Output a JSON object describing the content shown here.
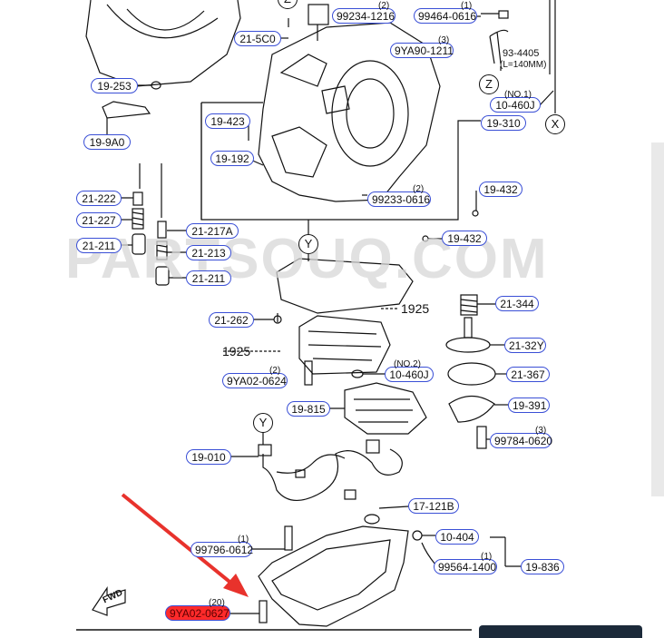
{
  "watermark": "PARTSOUQ.COM",
  "labels": {
    "l21_5c0": "21-5C0",
    "l99234": "99234-1216",
    "l99464": "99464-0616",
    "l9ya90": "9YA90-1211",
    "l19_253": "19-253",
    "l19_9a0": "19-9A0",
    "l19_423": "19-423",
    "l19_192": "19-192",
    "l10_460j_a": "10-460J",
    "l19_310": "19-310",
    "l99233": "99233-0616",
    "l19_432_a": "19-432",
    "l19_432_b": "19-432",
    "l21_222": "21-222",
    "l21_227": "21-227",
    "l21_211_a": "21-211",
    "l21_217a": "21-217A",
    "l21_213": "21-213",
    "l21_211_b": "21-211",
    "l21_344": "21-344",
    "l21_262": "21-262",
    "l21_32y": "21-32Y",
    "l9ya02_0624": "9YA02-0624",
    "l10_460j_b": "10-460J",
    "l21_367": "21-367",
    "l19_815": "19-815",
    "l19_391": "19-391",
    "l99784": "99784-0620",
    "l19_010": "19-010",
    "l17_121b": "17-121B",
    "l10_404": "10-404",
    "l99796": "99796-0612",
    "l99564": "99564-1400",
    "l19_836": "19-836",
    "l9ya02_0627": "9YA02-0627"
  },
  "qty": {
    "q99234": "(2)",
    "q99464": "(1)",
    "q9ya90": "(3)",
    "q10_460j_a": "(NO.1)",
    "q99233": "(2)",
    "q9ya02_0624": "(2)",
    "q10_460j_b": "(NO.2)",
    "q99784": "(3)",
    "q99796": "(1)",
    "q99564": "(1)",
    "q9ya02_0627": "(20)"
  },
  "plain": {
    "p93_4405": "93-4405",
    "p140mm": "(L=140MM)",
    "p1925_a": "1925",
    "p1925_b": "1925",
    "fwd": "FWD"
  },
  "markers": {
    "m_z_top": "Z",
    "m_z": "Z",
    "m_x": "X",
    "m_y_a": "Y",
    "m_y_b": "Y"
  },
  "colors": {
    "label_border": "#3a4fd6",
    "highlight": "#ff2a2a",
    "arrow": "#e8322c"
  }
}
